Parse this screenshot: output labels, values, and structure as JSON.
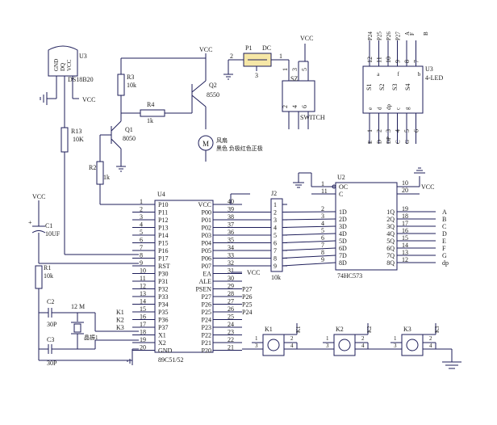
{
  "u3_sensor": {
    "ref": "U3",
    "name": "DS18B20",
    "pins": [
      "GND",
      "DQ",
      "VCC"
    ]
  },
  "vcc": "VCC",
  "r13": {
    "ref": "R13",
    "val": "10K"
  },
  "r3": {
    "ref": "R3",
    "val": "10k"
  },
  "r4": {
    "ref": "R4",
    "val": "1k"
  },
  "r2": {
    "ref": "R2",
    "val": "1k"
  },
  "r1": {
    "ref": "R1",
    "val": "10k"
  },
  "q1": {
    "ref": "Q1",
    "val": "8050"
  },
  "q2": {
    "ref": "Q2",
    "val": "8550"
  },
  "motor": {
    "sym": "M",
    "line1": "风扇",
    "line2": "黑色 负极红色正极"
  },
  "p1": {
    "ref": "P1",
    "label": "DC",
    "pins": [
      "2",
      "1",
      "3"
    ]
  },
  "sw": {
    "ref": "SZ",
    "name": "SWITCH",
    "top": [
      "1",
      "3",
      "5"
    ],
    "bot": [
      "2",
      "4",
      "6"
    ]
  },
  "led": {
    "ref": "U3",
    "name": "4-LED",
    "top": [
      "P24",
      "P25",
      "P26",
      "P27"
    ],
    "topcol": [
      "12",
      "11",
      "10",
      "9",
      "8",
      "7"
    ],
    "toplbl": [
      "a",
      "f",
      "b"
    ],
    "digs": [
      "S1",
      "S2",
      "S3",
      "S4"
    ],
    "botcol": [
      "1",
      "2",
      "3",
      "4",
      "5",
      "6"
    ],
    "botlbl": [
      "e",
      "d",
      "dp",
      "c",
      "g"
    ],
    "botnet": [
      "E",
      "D",
      "DP",
      "C",
      "G"
    ],
    "topnet": [
      "A",
      "F",
      "B"
    ]
  },
  "c1": {
    "ref": "C1",
    "val": "10UF"
  },
  "c2": {
    "ref": "C2",
    "val": "30P"
  },
  "c3": {
    "ref": "C3",
    "val": "30P"
  },
  "xtal": {
    "val": "12 M",
    "label": "晶振1"
  },
  "u4": {
    "ref": "U4",
    "name": "89C51/52",
    "left": [
      [
        "1",
        "P10"
      ],
      [
        "2",
        "P11"
      ],
      [
        "3",
        "P12"
      ],
      [
        "4",
        "P13"
      ],
      [
        "5",
        "P14"
      ],
      [
        "6",
        "P15"
      ],
      [
        "7",
        "P16"
      ],
      [
        "8",
        "P17"
      ],
      [
        "9",
        "RST"
      ],
      [
        "10",
        "P30"
      ],
      [
        "11",
        "P31"
      ],
      [
        "12",
        "P32"
      ],
      [
        "13",
        "P33"
      ],
      [
        "14",
        "P34"
      ],
      [
        "15",
        "P35"
      ],
      [
        "16",
        "P36"
      ],
      [
        "17",
        "P37"
      ],
      [
        "18",
        "X1"
      ],
      [
        "19",
        "X2"
      ],
      [
        "20",
        "GND"
      ]
    ],
    "right": [
      [
        "40",
        "VCC"
      ],
      [
        "39",
        "P00"
      ],
      [
        "38",
        "P01"
      ],
      [
        "37",
        "P02"
      ],
      [
        "36",
        "P03"
      ],
      [
        "35",
        "P04"
      ],
      [
        "34",
        "P05"
      ],
      [
        "33",
        "P06"
      ],
      [
        "32",
        "P07"
      ],
      [
        "31",
        "EA"
      ],
      [
        "30",
        "ALE"
      ],
      [
        "29",
        "PSEN"
      ],
      [
        "28",
        "P27"
      ],
      [
        "27",
        "P26"
      ],
      [
        "26",
        "P25"
      ],
      [
        "25",
        "P24"
      ],
      [
        "24",
        "P23"
      ],
      [
        "23",
        "P22"
      ],
      [
        "22",
        "P21"
      ],
      [
        "21",
        "P20"
      ]
    ],
    "key_nets": [
      "K1",
      "K2",
      "K3"
    ],
    "p2_nets": [
      "P27",
      "P26",
      "P25",
      "P24"
    ]
  },
  "j2": {
    "ref": "J2",
    "val": "10k",
    "pins": [
      "1",
      "2",
      "3",
      "4",
      "5",
      "6",
      "7",
      "8",
      "9"
    ]
  },
  "u2": {
    "ref": "U2",
    "name": "74HC573",
    "top": [
      [
        "1",
        "OC"
      ],
      [
        "11",
        "C"
      ]
    ],
    "left": [
      [
        "2",
        "1D"
      ],
      [
        "3",
        "2D"
      ],
      [
        "4",
        "3D"
      ],
      [
        "5",
        "4D"
      ],
      [
        "6",
        "5D"
      ],
      [
        "7",
        "6D"
      ],
      [
        "8",
        "7D"
      ],
      [
        "9",
        "8D"
      ]
    ],
    "right": [
      [
        "19",
        "1Q"
      ],
      [
        "18",
        "2Q"
      ],
      [
        "17",
        "3Q"
      ],
      [
        "16",
        "4Q"
      ],
      [
        "15",
        "5Q"
      ],
      [
        "14",
        "6Q"
      ],
      [
        "13",
        "7Q"
      ],
      [
        "12",
        "8Q"
      ]
    ],
    "pwr": [
      [
        "10",
        ""
      ],
      [
        "20",
        ""
      ]
    ],
    "out_nets": [
      "A",
      "B",
      "C",
      "D",
      "E",
      "F",
      "G",
      "dp"
    ]
  },
  "keys": [
    {
      "ref": "K1",
      "net": "K1"
    },
    {
      "ref": "K2",
      "net": "K2"
    },
    {
      "ref": "K3",
      "net": "K3"
    }
  ],
  "key_pins": [
    "1",
    "2",
    "3",
    "4"
  ]
}
